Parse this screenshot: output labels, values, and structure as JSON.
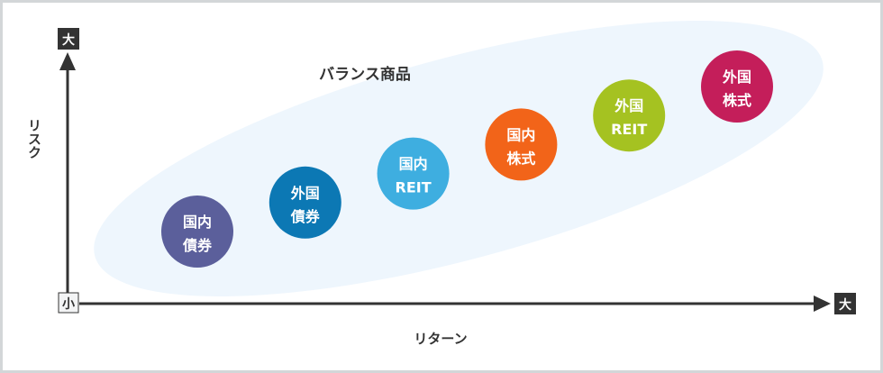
{
  "diagram": {
    "y_axis": {
      "label": "リスク",
      "max_label": "大",
      "min_label": "小"
    },
    "x_axis": {
      "label": "リターン",
      "max_label": "大"
    },
    "region_label": "バランス商品",
    "region_color": "#eef6fd",
    "axis_color": "#333333",
    "products": [
      {
        "line1": "国内",
        "line2": "債券",
        "color": "#5b5f9b",
        "risk_rank": 1,
        "return_rank": 1
      },
      {
        "line1": "外国",
        "line2": "債券",
        "color": "#0c78b4",
        "risk_rank": 2,
        "return_rank": 2
      },
      {
        "line1": "国内",
        "line2": "REIT",
        "color": "#3eaee0",
        "risk_rank": 3,
        "return_rank": 3
      },
      {
        "line1": "国内",
        "line2": "株式",
        "color": "#f26419",
        "risk_rank": 4,
        "return_rank": 4
      },
      {
        "line1": "外国",
        "line2": "REIT",
        "color": "#a5c221",
        "risk_rank": 5,
        "return_rank": 5
      },
      {
        "line1": "外国",
        "line2": "株式",
        "color": "#c41e5a",
        "risk_rank": 6,
        "return_rank": 6
      }
    ]
  }
}
